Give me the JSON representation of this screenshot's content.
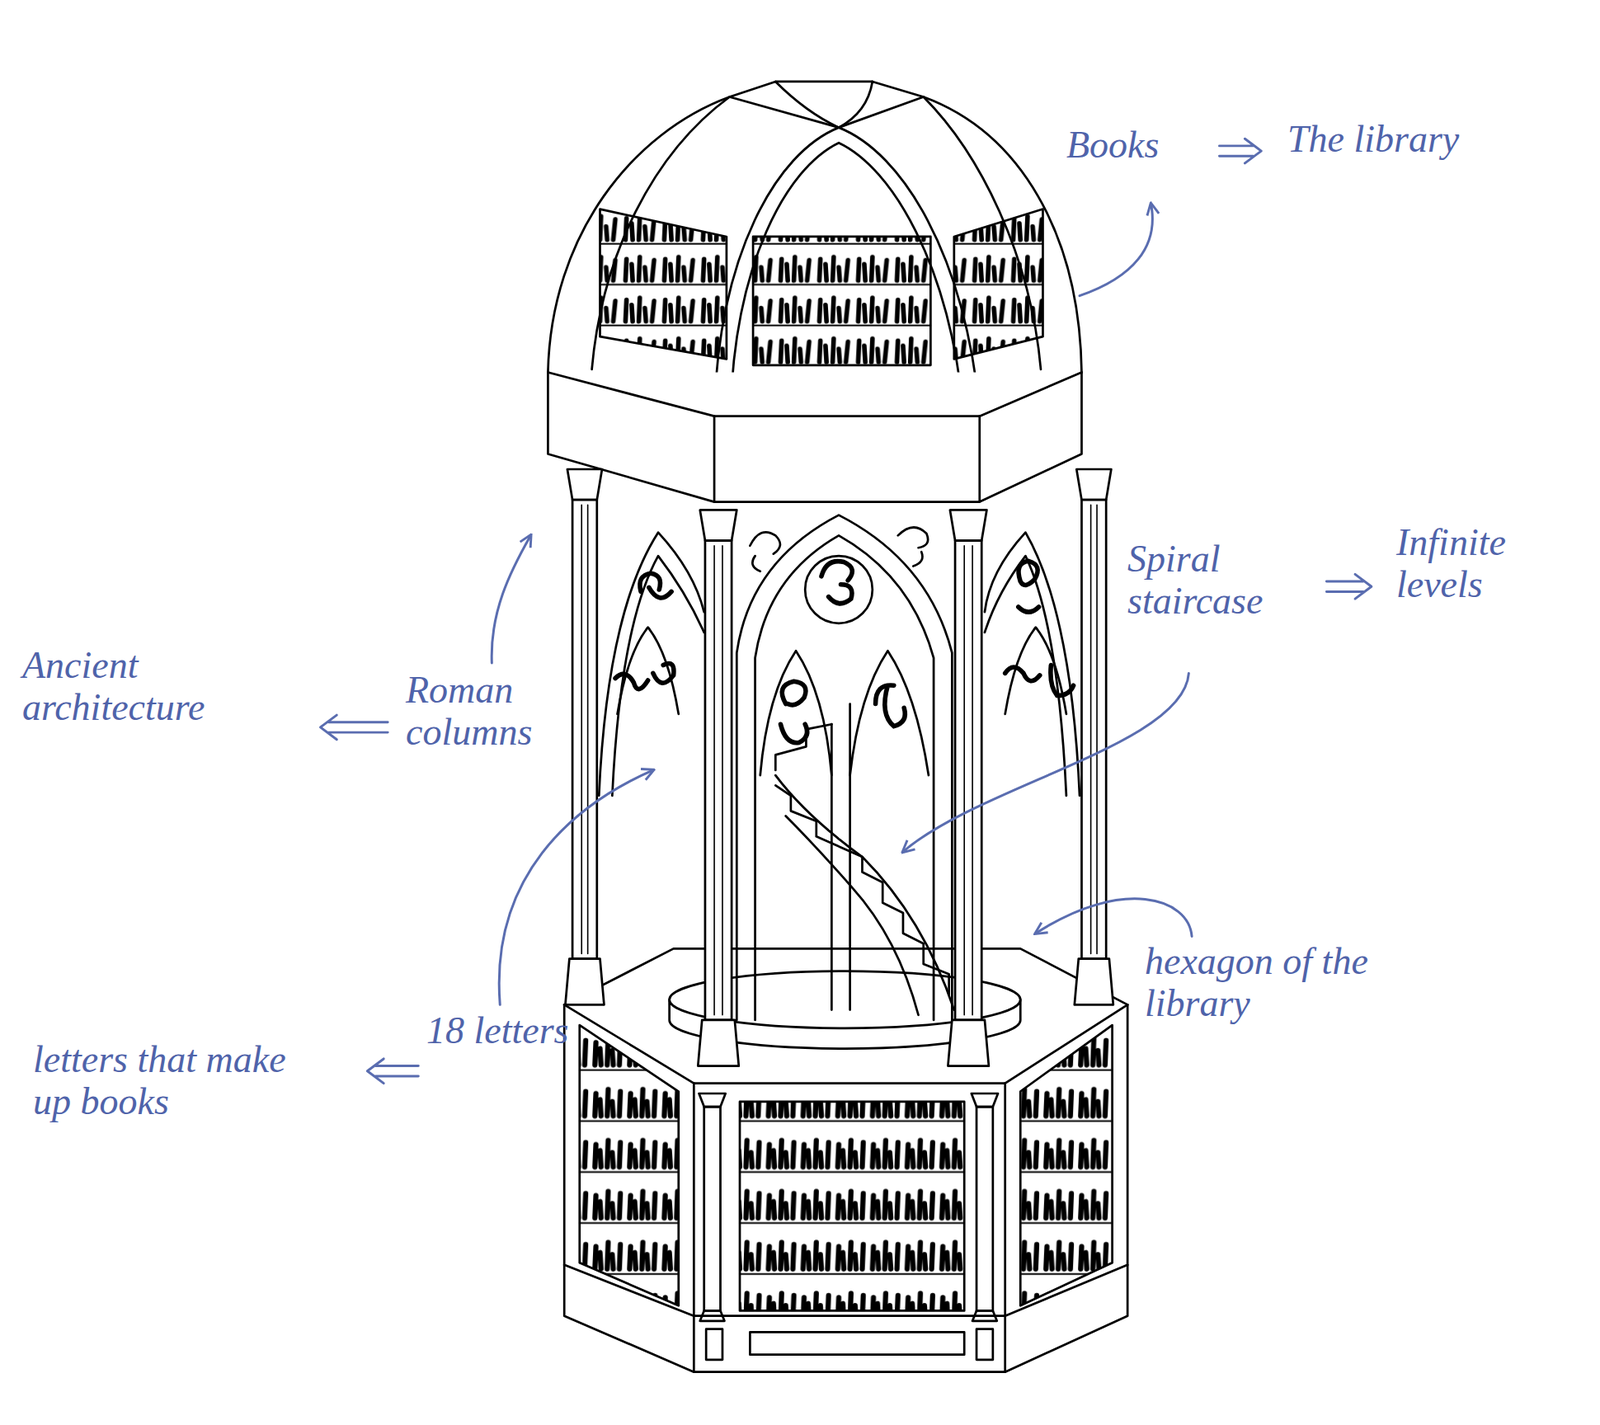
{
  "diagram": {
    "labels": [
      "Books",
      "The library",
      "Spiral staircase",
      "Infinite levels",
      "Roman columns",
      "Ancient architecture",
      "18 letters",
      "letters that make up books",
      "hexagon of the library"
    ]
  }
}
